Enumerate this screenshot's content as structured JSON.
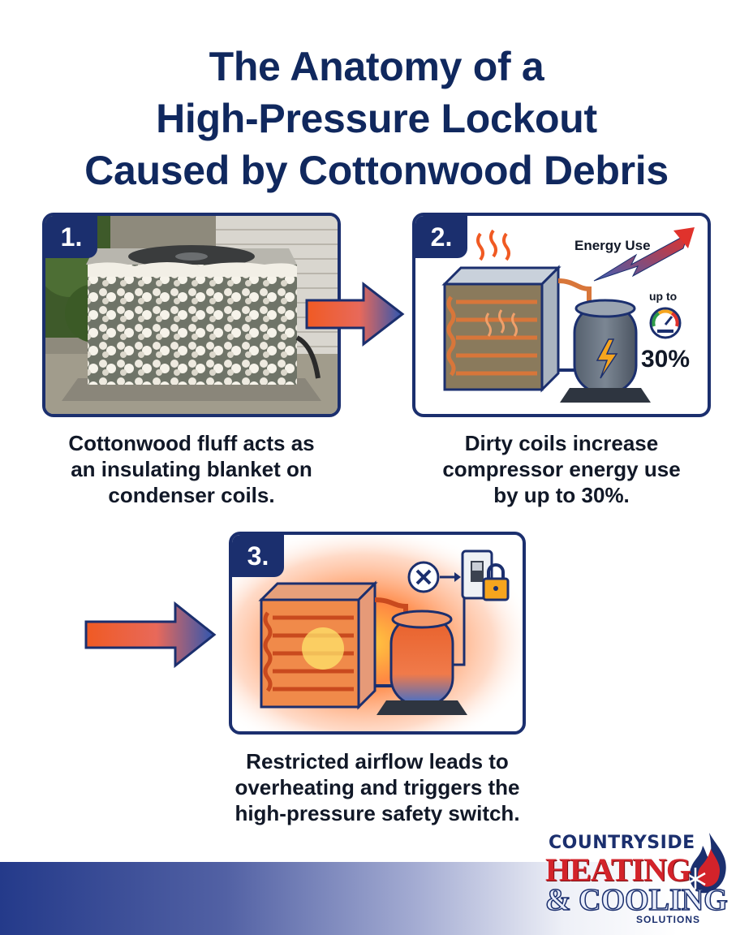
{
  "title": {
    "line1": "The Anatomy of a",
    "line2": "High-Pressure Lockout",
    "line3": "Caused by Cottonwood Debris"
  },
  "steps": [
    {
      "number": "1.",
      "caption": [
        "Cottonwood fluff acts as",
        "an insulating blanket on",
        "condenser coils."
      ]
    },
    {
      "number": "2.",
      "energy_label": "Energy Use",
      "up_to_label": "up to",
      "percent_label": "30%",
      "caption": [
        "Dirty coils increase",
        "compressor energy use",
        "by up to 30%."
      ]
    },
    {
      "number": "3.",
      "caption": [
        "Restricted airflow leads to",
        "overheating and triggers the",
        "high-pressure safety switch."
      ]
    }
  ],
  "logo": {
    "line1": "COUNTRYSIDE",
    "line2": "HEATING",
    "line3": "& COOLING",
    "line4": "SOLUTIONS"
  },
  "colors": {
    "navy": "#1b2f6e",
    "accent_red": "#d3232a",
    "arrow_orange": "#f05a23",
    "arrow_blue": "#2f56b0"
  },
  "icons": [
    "flow-arrow-icon",
    "heat-waves-icon",
    "energy-trend-arrow-icon",
    "gauge-icon",
    "lightning-icon",
    "x-circle-icon",
    "safety-switch-icon",
    "padlock-icon",
    "snowflake-icon",
    "flame-icon"
  ]
}
